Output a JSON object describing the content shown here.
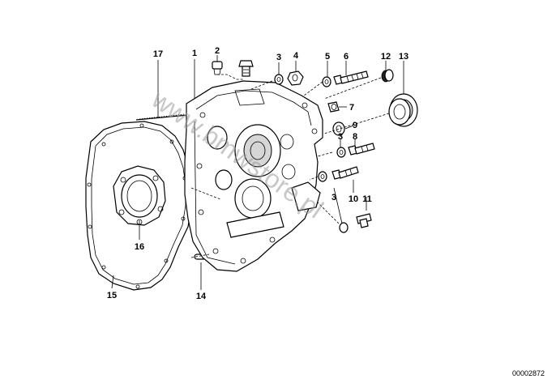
{
  "watermark": "www.bmwstore.pl",
  "reference_number": "00002872",
  "callouts": [
    {
      "id": "1",
      "label": "1"
    },
    {
      "id": "2",
      "label": "2"
    },
    {
      "id": "3a",
      "label": "3"
    },
    {
      "id": "4",
      "label": "4"
    },
    {
      "id": "5",
      "label": "5"
    },
    {
      "id": "6",
      "label": "6"
    },
    {
      "id": "7",
      "label": "7"
    },
    {
      "id": "8",
      "label": "8"
    },
    {
      "id": "9",
      "label": "9"
    },
    {
      "id": "3b",
      "label": "3"
    },
    {
      "id": "10",
      "label": "10"
    },
    {
      "id": "11",
      "label": "11"
    },
    {
      "id": "3c",
      "label": "3"
    },
    {
      "id": "12",
      "label": "12"
    },
    {
      "id": "13",
      "label": "13"
    },
    {
      "id": "14",
      "label": "14"
    },
    {
      "id": "15",
      "label": "15"
    },
    {
      "id": "16",
      "label": "16"
    },
    {
      "id": "17",
      "label": "17"
    }
  ]
}
